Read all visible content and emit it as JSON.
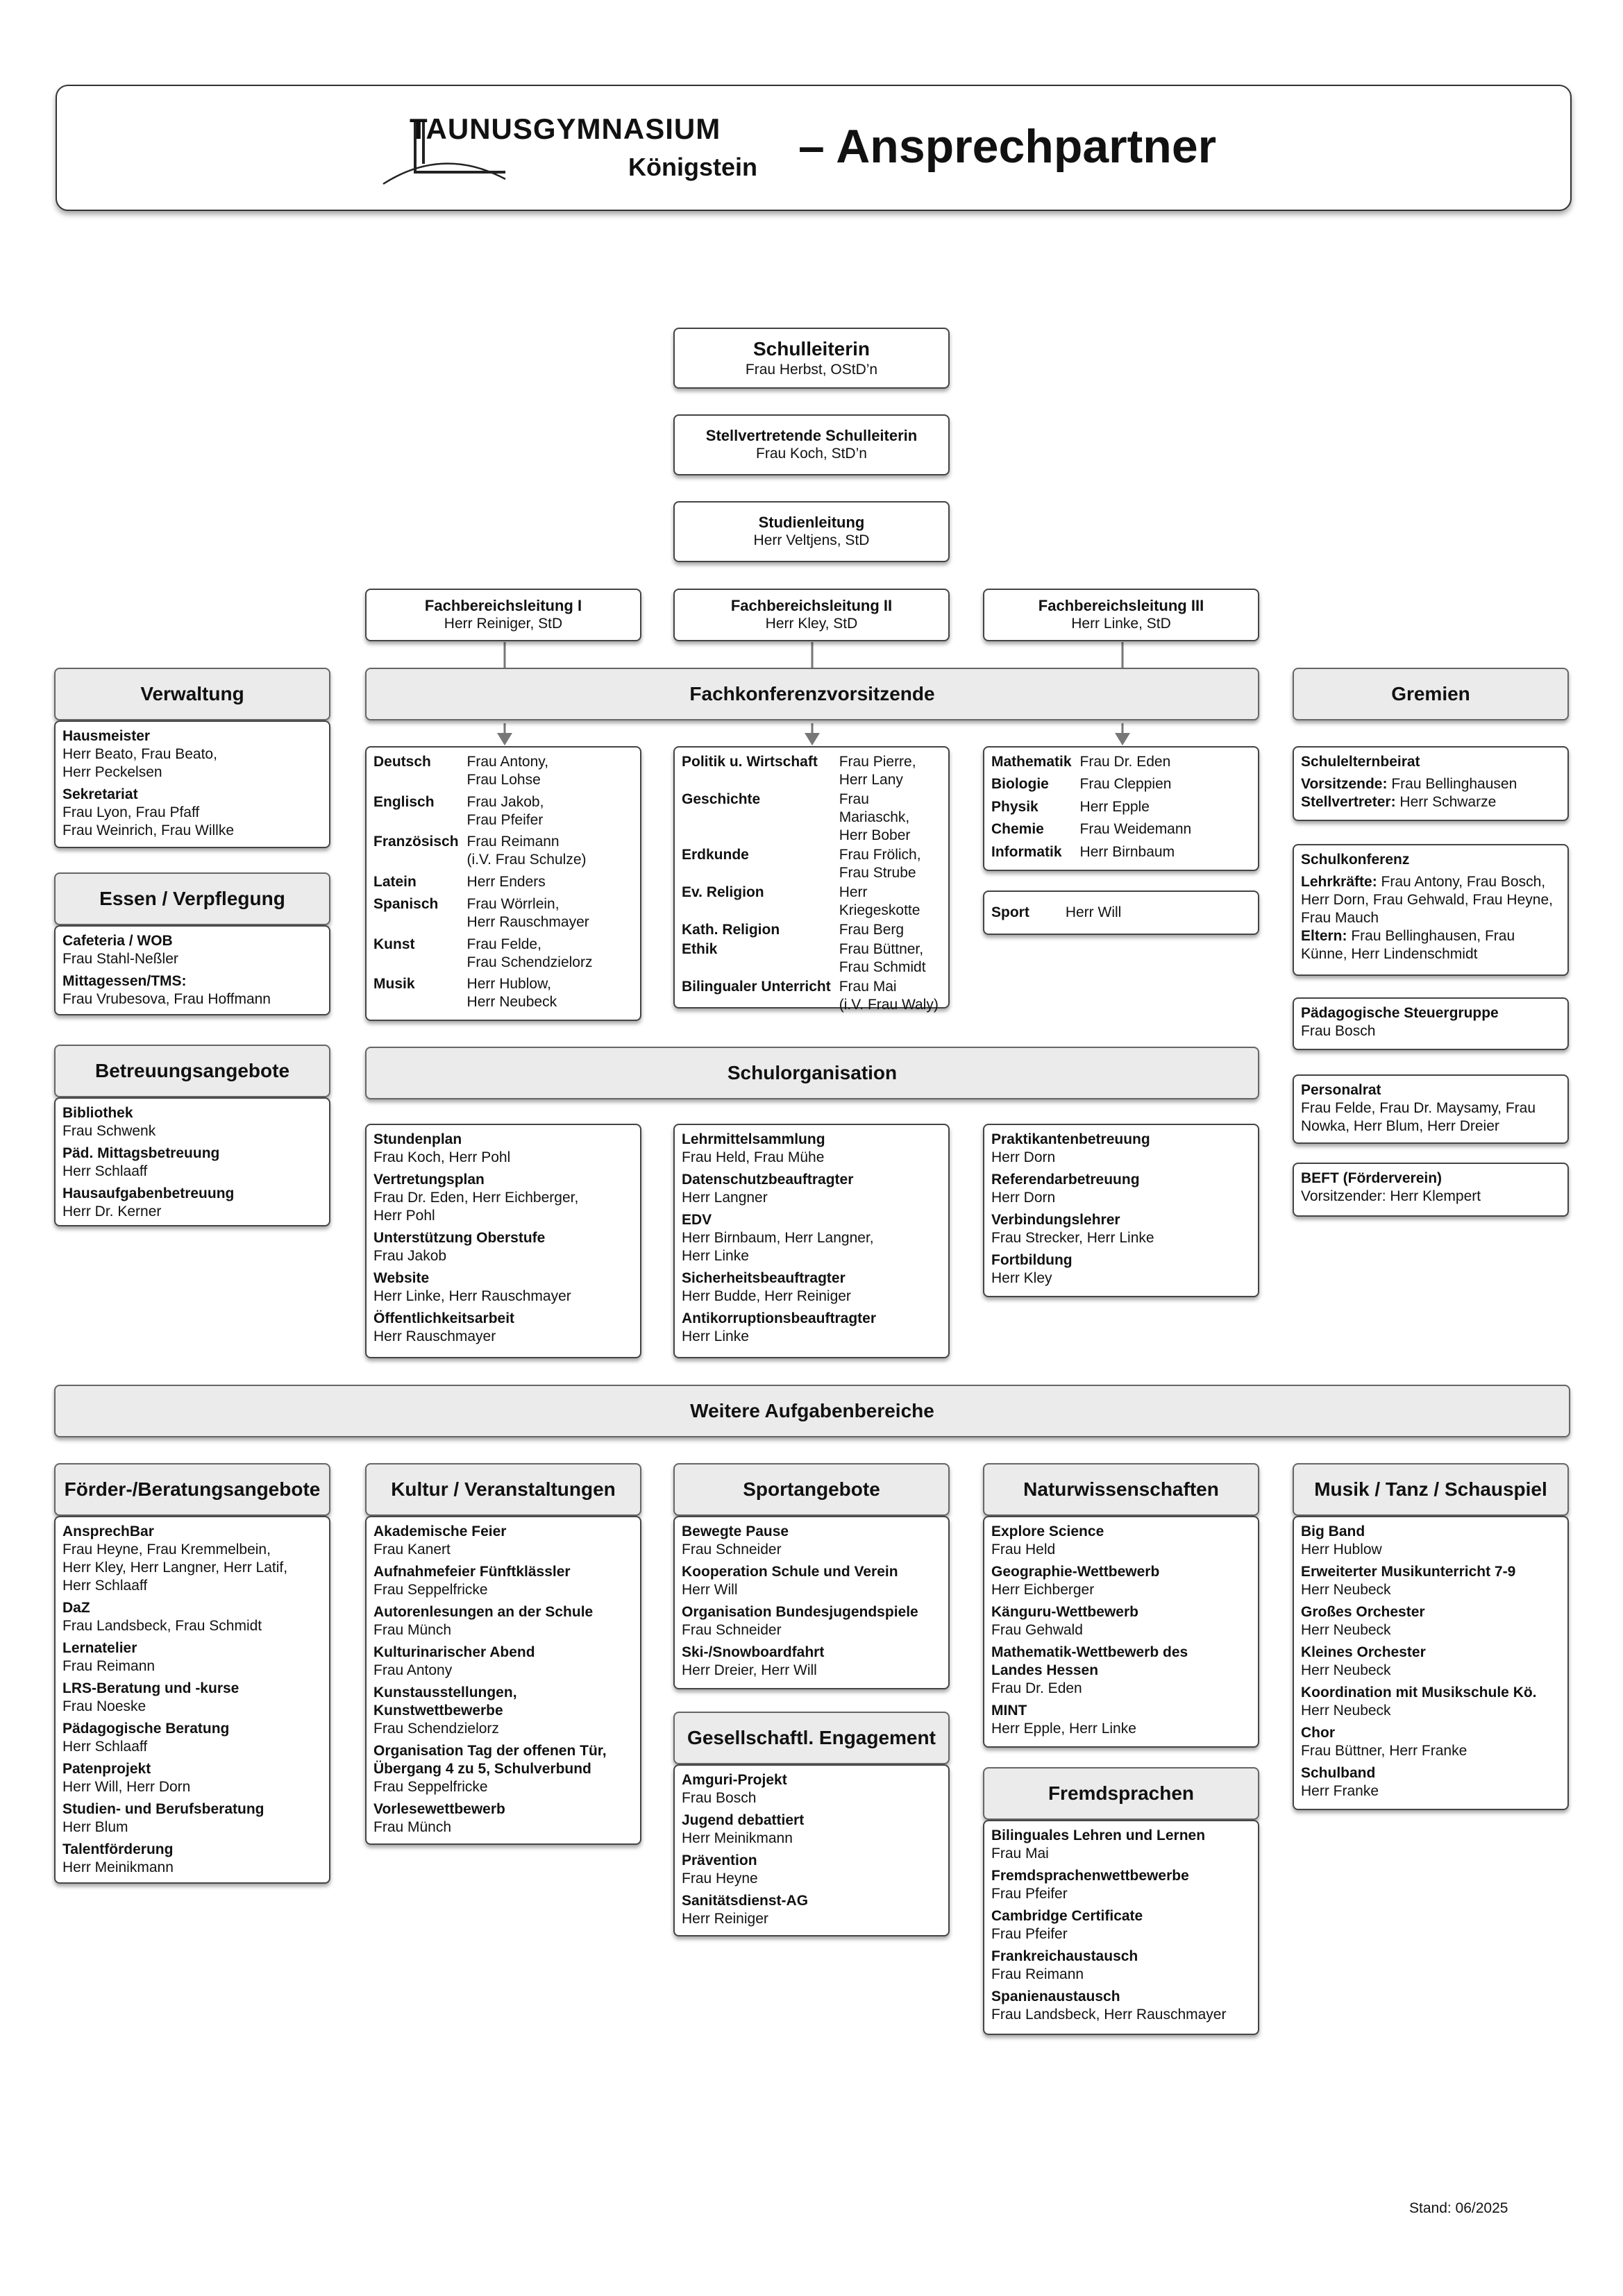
{
  "header": {
    "logo_name": "TAUNUSGYMNASIUM",
    "logo_city": "Königstein",
    "title": "–  Ansprechpartner"
  },
  "leadership": {
    "schulleiterin": {
      "title": "Schulleiterin",
      "name": "Frau Herbst, OStD’n"
    },
    "stellvertretung": {
      "title": "Stellvertretende Schulleiterin",
      "name": "Frau Koch, StD’n"
    },
    "studienleitung": {
      "title": "Studienleitung",
      "name": "Herr Veltjens, StD"
    },
    "fb1": {
      "title": "Fachbereichsleitung I",
      "name": "Herr Reiniger, StD"
    },
    "fb2": {
      "title": "Fachbereichsleitung II",
      "name": "Herr Kley, StD"
    },
    "fb3": {
      "title": "Fachbereichsleitung III",
      "name": "Herr Linke, StD"
    }
  },
  "verwaltung": {
    "title": "Verwaltung",
    "items": [
      {
        "label": "Hausmeister",
        "value": "Herr Beato, Frau Beato,\nHerr Peckelsen"
      },
      {
        "label": "Sekretariat",
        "value": "Frau Lyon, Frau Pfaff\nFrau Weinrich, Frau Willke"
      }
    ]
  },
  "essen": {
    "title": "Essen / Verpflegung",
    "items": [
      {
        "label": "Cafeteria / WOB",
        "value": "Frau Stahl-Neßler"
      },
      {
        "label": "Mittagessen/TMS:",
        "value": "Frau Vrubesova, Frau Hoffmann"
      }
    ]
  },
  "betreuung": {
    "title": "Betreuungsangebote",
    "items": [
      {
        "label": "Bibliothek",
        "value": "Frau Schwenk"
      },
      {
        "label": "Päd. Mittagsbetreuung",
        "value": "Herr Schlaaff"
      },
      {
        "label": "Hausaufgabenbetreuung",
        "value": "Herr Dr. Kerner"
      }
    ]
  },
  "fachkonferenz": {
    "title": "Fachkonferenzvorsitzende",
    "col1": [
      {
        "subject": "Deutsch",
        "names": "Frau Antony,\nFrau Lohse"
      },
      {
        "subject": "Englisch",
        "names": "Frau Jakob,\nFrau Pfeifer"
      },
      {
        "subject": "Französisch",
        "names": "Frau Reimann\n(i.V. Frau Schulze)"
      },
      {
        "subject": "Latein",
        "names": "Herr Enders"
      },
      {
        "subject": "Spanisch",
        "names": "Frau Wörrlein,\nHerr Rauschmayer"
      },
      {
        "subject": "Kunst",
        "names": "Frau Felde,\nFrau Schendzielorz"
      },
      {
        "subject": "Musik",
        "names": "Herr Hublow,\nHerr Neubeck"
      }
    ],
    "col2": [
      {
        "subject": "Politik u. Wirtschaft",
        "names": "Frau Pierre,\nHerr Lany"
      },
      {
        "subject": "Geschichte",
        "names": "Frau Mariaschk,\nHerr Bober"
      },
      {
        "subject": "Erdkunde",
        "names": "Frau Frölich,\nFrau Strube"
      },
      {
        "subject": "Ev. Religion",
        "names": "Herr Kriegeskotte"
      },
      {
        "subject": "Kath. Religion",
        "names": "Frau Berg"
      },
      {
        "subject": "Ethik",
        "names": "Frau Büttner,\nFrau Schmidt"
      },
      {
        "subject": "Bilingualer Unterricht",
        "names": "Frau Mai\n(i.V. Frau Waly)"
      }
    ],
    "col3": [
      {
        "subject": "Mathematik",
        "names": "Frau Dr. Eden"
      },
      {
        "subject": "Biologie",
        "names": "Frau Cleppien"
      },
      {
        "subject": "Physik",
        "names": "Herr Epple"
      },
      {
        "subject": "Chemie",
        "names": "Frau Weidemann"
      },
      {
        "subject": "Informatik",
        "names": "Herr Birnbaum"
      }
    ],
    "sport": {
      "subject": "Sport",
      "names": "Herr Will"
    }
  },
  "gremien": {
    "title": "Gremien",
    "schulelternbeirat": {
      "title": "Schulelternbeirat",
      "lines": [
        {
          "label": "Vorsitzende:",
          "value": "Frau Bellinghausen"
        },
        {
          "label": "Stellvertreter:",
          "value": "Herr Schwarze"
        }
      ]
    },
    "schulkonferenz": {
      "title": "Schulkonferenz",
      "lines": [
        {
          "label": "Lehrkräfte:",
          "value": "Frau Antony, Frau Bosch, Herr Dorn, Frau Gehwald, Frau Heyne, Frau Mauch"
        },
        {
          "label": "Eltern:",
          "value": "Frau Bellinghausen, Frau Künne, Herr Lindenschmidt"
        }
      ]
    },
    "steuergruppe": {
      "title": "Pädagogische Steuergruppe",
      "value": "Frau Bosch"
    },
    "personalrat": {
      "title": "Personalrat",
      "value": "Frau Felde, Frau Dr. Maysamy, Frau Nowka, Herr Blum, Herr Dreier"
    },
    "beft": {
      "title": "BEFT (Förderverein)",
      "value": "Vorsitzender: Herr Klempert"
    }
  },
  "schulorganisation": {
    "title": "Schulorganisation",
    "col1": [
      {
        "label": "Stundenplan",
        "value": "Frau Koch, Herr Pohl"
      },
      {
        "label": "Vertretungsplan",
        "value": "Frau Dr. Eden, Herr Eichberger,\nHerr Pohl"
      },
      {
        "label": "Unterstützung Oberstufe",
        "value": "Frau Jakob"
      },
      {
        "label": "Website",
        "value": "Herr Linke, Herr Rauschmayer"
      },
      {
        "label": "Öffentlichkeitsarbeit",
        "value": "Herr Rauschmayer"
      }
    ],
    "col2": [
      {
        "label": "Lehrmittelsammlung",
        "value": "Frau Held, Frau Mühe"
      },
      {
        "label": "Datenschutzbeauftragter",
        "value": "Herr Langner"
      },
      {
        "label": "EDV",
        "value": "Herr Birnbaum, Herr Langner,\nHerr Linke"
      },
      {
        "label": "Sicherheitsbeauftragter",
        "value": "Herr Budde, Herr Reiniger"
      },
      {
        "label": "Antikorruptionsbeauftragter",
        "value": "Herr Linke"
      }
    ],
    "col3": [
      {
        "label": "Praktikantenbetreuung",
        "value": "Herr Dorn"
      },
      {
        "label": "Referendarbetreuung",
        "value": "Herr Dorn"
      },
      {
        "label": "Verbindungslehrer",
        "value": "Frau Strecker, Herr Linke"
      },
      {
        "label": "Fortbildung",
        "value": "Herr Kley"
      }
    ]
  },
  "weitere": {
    "title": "Weitere Aufgabenbereiche",
    "foerder": {
      "title": "Förder-/Beratungsangebote",
      "items": [
        {
          "label": "AnsprechBar",
          "value": "Frau Heyne, Frau Kremmelbein,\nHerr Kley, Herr Langner, Herr Latif,\nHerr Schlaaff"
        },
        {
          "label": "DaZ",
          "value": "Frau Landsbeck, Frau Schmidt"
        },
        {
          "label": "Lernatelier",
          "value": "Frau Reimann"
        },
        {
          "label": "LRS-Beratung und -kurse",
          "value": "Frau Noeske"
        },
        {
          "label": "Pädagogische Beratung",
          "value": "Herr Schlaaff"
        },
        {
          "label": "Patenprojekt",
          "value": "Herr Will, Herr Dorn"
        },
        {
          "label": "Studien- und Berufsberatung",
          "value": "Herr Blum"
        },
        {
          "label": "Talentförderung",
          "value": "Herr Meinikmann"
        }
      ]
    },
    "kultur": {
      "title": "Kultur / Veranstaltungen",
      "items": [
        {
          "label": "Akademische Feier",
          "value": "Frau Kanert"
        },
        {
          "label": "Aufnahmefeier Fünftklässler",
          "value": "Frau Seppelfricke"
        },
        {
          "label": "Autorenlesungen an der Schule",
          "value": "Frau Münch"
        },
        {
          "label": "Kulturinarischer Abend",
          "value": "Frau Antony"
        },
        {
          "label": "Kunstausstellungen,\nKunstwettbewerbe",
          "value": "Frau Schendzielorz"
        },
        {
          "label": "Organisation Tag der offenen Tür,\nÜbergang 4 zu 5, Schulverbund",
          "value": "Frau Seppelfricke"
        },
        {
          "label": "Vorlesewettbewerb",
          "value": "Frau Münch"
        }
      ]
    },
    "sport": {
      "title": "Sportangebote",
      "items": [
        {
          "label": "Bewegte Pause",
          "value": "Frau Schneider"
        },
        {
          "label": "Kooperation Schule und Verein",
          "value": "Herr Will"
        },
        {
          "label": "Organisation Bundesjugendspiele",
          "value": "Frau Schneider"
        },
        {
          "label": "Ski-/Snowboardfahrt",
          "value": "Herr Dreier, Herr Will"
        }
      ]
    },
    "gesellschaft": {
      "title": "Gesellschaftl. Engagement",
      "items": [
        {
          "label": "Amguri-Projekt",
          "value": "Frau Bosch"
        },
        {
          "label": "Jugend debattiert",
          "value": "Herr Meinikmann"
        },
        {
          "label": "Prävention",
          "value": "Frau Heyne"
        },
        {
          "label": "Sanitätsdienst-AG",
          "value": "Herr Reiniger"
        }
      ]
    },
    "natur": {
      "title": "Naturwissenschaften",
      "items": [
        {
          "label": "Explore Science",
          "value": "Frau Held"
        },
        {
          "label": "Geographie-Wettbewerb",
          "value": "Herr Eichberger"
        },
        {
          "label": "Känguru-Wettbewerb",
          "value": "Frau Gehwald"
        },
        {
          "label": "Mathematik-Wettbewerb des\nLandes Hessen",
          "value": "Frau Dr. Eden"
        },
        {
          "label": "MINT",
          "value": "Herr Epple, Herr Linke"
        }
      ]
    },
    "fremdsprachen": {
      "title": "Fremdsprachen",
      "items": [
        {
          "label": "Bilinguales Lehren und Lernen",
          "value": "Frau Mai"
        },
        {
          "label": "Fremdsprachenwettbewerbe",
          "value": "Frau Pfeifer"
        },
        {
          "label": "Cambridge Certificate",
          "value": "Frau Pfeifer"
        },
        {
          "label": "Frankreichaustausch",
          "value": "Frau Reimann"
        },
        {
          "label": "Spanienaustausch",
          "value": "Frau Landsbeck, Herr Rauschmayer"
        }
      ]
    },
    "musik": {
      "title": "Musik / Tanz / Schauspiel",
      "items": [
        {
          "label": "Big Band",
          "value": "Herr Hublow"
        },
        {
          "label": "Erweiterter Musikunterricht 7-9",
          "value": "Herr Neubeck"
        },
        {
          "label": "Großes Orchester",
          "value": "Herr Neubeck"
        },
        {
          "label": "Kleines Orchester",
          "value": "Herr Neubeck"
        },
        {
          "label": "Koordination mit Musikschule Kö.",
          "value": "Herr Neubeck"
        },
        {
          "label": "Chor",
          "value": "Frau Büttner, Herr Franke"
        },
        {
          "label": "Schulband",
          "value": "Herr Franke"
        }
      ]
    }
  },
  "footer": {
    "stand": "Stand: 06/2025"
  }
}
